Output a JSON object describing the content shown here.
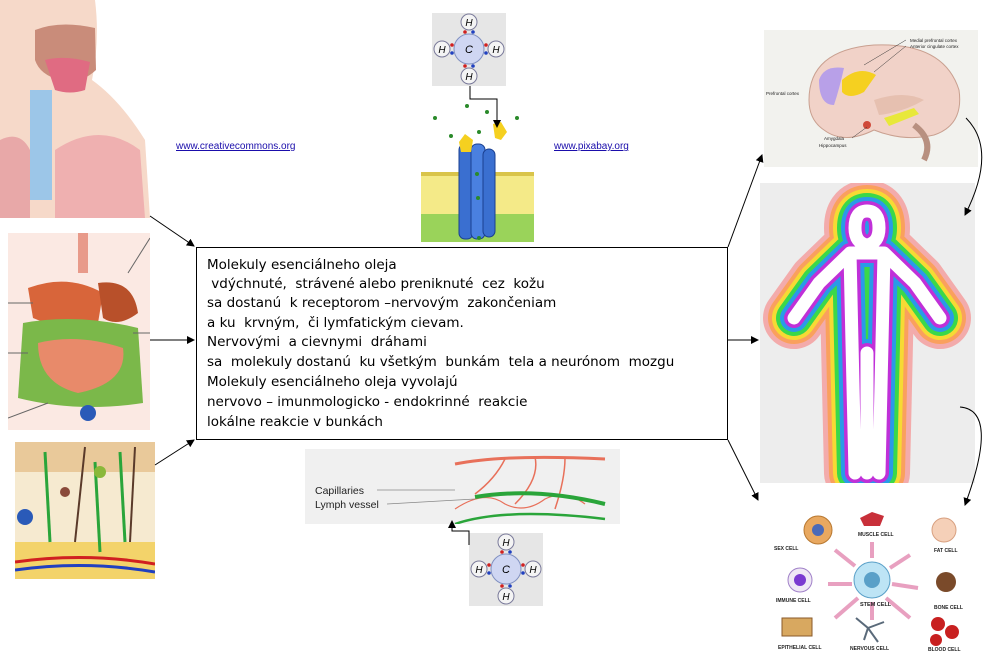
{
  "links": {
    "creative": "www.creativecommons.org",
    "pixabay": "www.pixabay.org"
  },
  "main_text": {
    "lines": [
      "Molekuly esenciálneho oleja",
      " vdýchnuté,  strávené alebo preniknuté  cez  kožu",
      "sa dostanú  k receptorom –nervovým  zakončeniam",
      "a ku  krvným,  či lymfatickým cievam.",
      "Nervovými  a cievnymi  dráhami",
      "sa  molekuly dostanú  ku všetkým  bunkám  tela a neurónom  mozgu",
      "Molekuly esenciálneho oleja vyvolajú",
      "nervovo – imunmologicko - endokrinné  reakcie",
      "lokálne reakcie v bunkách"
    ]
  },
  "methane_top": {
    "center": "C",
    "h": [
      "H",
      "H",
      "H",
      "H"
    ]
  },
  "methane_bottom": {
    "center": "C",
    "h": [
      "H",
      "H",
      "H",
      "H"
    ]
  },
  "vessels": {
    "capillaries": "Capillaries",
    "lymph": "Lymph vessel"
  },
  "brain": {
    "label1": "Medial prefrontal cortex",
    "label2": "Anterior cingulate cortex",
    "label3": "Prefrontal cortex",
    "label4": "Amygdala",
    "label5": "Hippocampus"
  },
  "cells": {
    "sex": "SEX CELL",
    "muscle": "MUSCLE CELL",
    "fat": "FAT CELL",
    "immune": "IMMUNE CELL",
    "stem": "STEM CELL",
    "bone": "BONE CELL",
    "epithelial": "EPITHELIAL CELL",
    "nervous": "NERVOUS CELL",
    "blood": "BLOOD CELL"
  },
  "colors": {
    "arrow": "#000000",
    "membrane_green": "#9ad35a",
    "receptor_blue": "#3a6fd0",
    "lymph_green": "#2aa53a",
    "capillary_red": "#e8705a"
  }
}
